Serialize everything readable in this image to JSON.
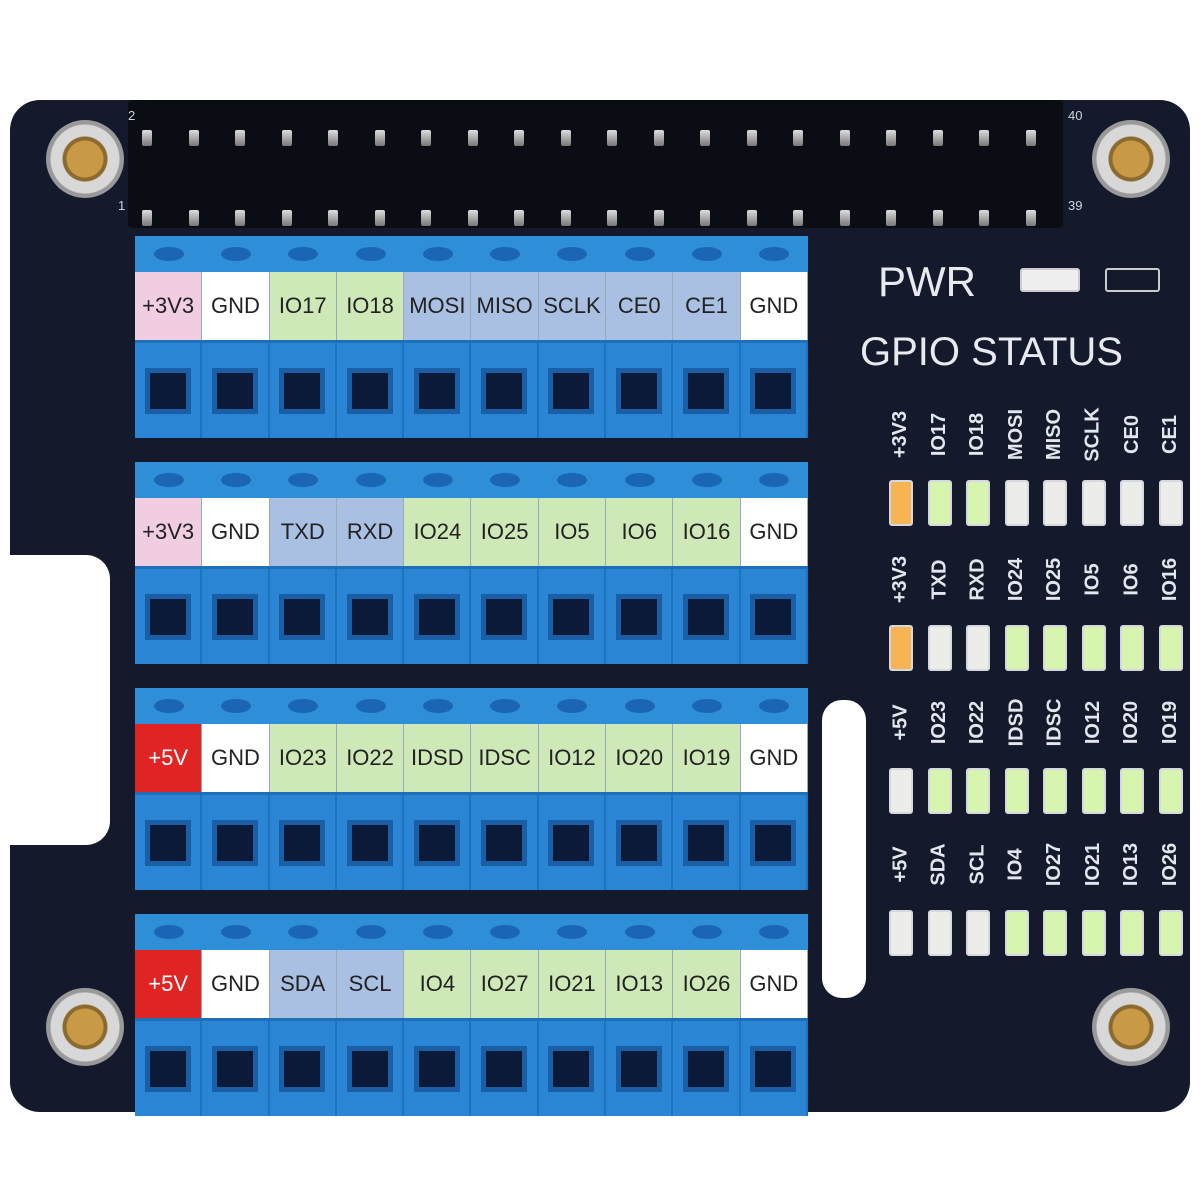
{
  "header": {
    "pin_labels": {
      "top_left": "2",
      "top_right": "40",
      "bottom_left": "1",
      "bottom_right": "39"
    },
    "columns": 20
  },
  "terminal_blocks": [
    {
      "labels": [
        {
          "text": "+3V3",
          "color": "#f0cde0"
        },
        {
          "text": "GND",
          "color": "#ffffff"
        },
        {
          "text": "IO17",
          "color": "#cfe8b8"
        },
        {
          "text": "IO18",
          "color": "#cfe8b8"
        },
        {
          "text": "MOSI",
          "color": "#a9c0e2"
        },
        {
          "text": "MISO",
          "color": "#a9c0e2"
        },
        {
          "text": "SCLK",
          "color": "#a9c0e2"
        },
        {
          "text": "CE0",
          "color": "#a9c0e2"
        },
        {
          "text": "CE1",
          "color": "#a9c0e2"
        },
        {
          "text": "GND",
          "color": "#ffffff"
        }
      ]
    },
    {
      "labels": [
        {
          "text": "+3V3",
          "color": "#f0cde0"
        },
        {
          "text": "GND",
          "color": "#ffffff"
        },
        {
          "text": "TXD",
          "color": "#a9c0e2"
        },
        {
          "text": "RXD",
          "color": "#a9c0e2"
        },
        {
          "text": "IO24",
          "color": "#cfe8b8"
        },
        {
          "text": "IO25",
          "color": "#cfe8b8"
        },
        {
          "text": "IO5",
          "color": "#cfe8b8"
        },
        {
          "text": "IO6",
          "color": "#cfe8b8"
        },
        {
          "text": "IO16",
          "color": "#cfe8b8"
        },
        {
          "text": "GND",
          "color": "#ffffff"
        }
      ]
    },
    {
      "labels": [
        {
          "text": "+5V",
          "color": "#e02424"
        },
        {
          "text": "GND",
          "color": "#ffffff"
        },
        {
          "text": "IO23",
          "color": "#cfe8b8"
        },
        {
          "text": "IO22",
          "color": "#cfe8b8"
        },
        {
          "text": "IDSD",
          "color": "#cfe8b8"
        },
        {
          "text": "IDSC",
          "color": "#cfe8b8"
        },
        {
          "text": "IO12",
          "color": "#cfe8b8"
        },
        {
          "text": "IO20",
          "color": "#cfe8b8"
        },
        {
          "text": "IO19",
          "color": "#cfe8b8"
        },
        {
          "text": "GND",
          "color": "#ffffff"
        }
      ]
    },
    {
      "labels": [
        {
          "text": "+5V",
          "color": "#e02424"
        },
        {
          "text": "GND",
          "color": "#ffffff"
        },
        {
          "text": "SDA",
          "color": "#a9c0e2"
        },
        {
          "text": "SCL",
          "color": "#a9c0e2"
        },
        {
          "text": "IO4",
          "color": "#cfe8b8"
        },
        {
          "text": "IO27",
          "color": "#cfe8b8"
        },
        {
          "text": "IO21",
          "color": "#cfe8b8"
        },
        {
          "text": "IO13",
          "color": "#cfe8b8"
        },
        {
          "text": "IO26",
          "color": "#cfe8b8"
        },
        {
          "text": "GND",
          "color": "#ffffff"
        }
      ]
    }
  ],
  "status_panel": {
    "pwr_label": "PWR",
    "title": "GPIO STATUS",
    "led_colors": {
      "orange": "#f6b552",
      "green": "#d8f5b0",
      "white": "#ecece8"
    },
    "rows": [
      [
        {
          "label": "+3V3",
          "state": "orange"
        },
        {
          "label": "IO17",
          "state": "green"
        },
        {
          "label": "IO18",
          "state": "green"
        },
        {
          "label": "MOSI",
          "state": "white"
        },
        {
          "label": "MISO",
          "state": "white"
        },
        {
          "label": "SCLK",
          "state": "white"
        },
        {
          "label": "CE0",
          "state": "white"
        },
        {
          "label": "CE1",
          "state": "white"
        }
      ],
      [
        {
          "label": "+3V3",
          "state": "orange"
        },
        {
          "label": "TXD",
          "state": "white"
        },
        {
          "label": "RXD",
          "state": "white"
        },
        {
          "label": "IO24",
          "state": "green"
        },
        {
          "label": "IO25",
          "state": "green"
        },
        {
          "label": "IO5",
          "state": "green"
        },
        {
          "label": "IO6",
          "state": "green"
        },
        {
          "label": "IO16",
          "state": "green"
        }
      ],
      [
        {
          "label": "+5V",
          "state": "white"
        },
        {
          "label": "IO23",
          "state": "green"
        },
        {
          "label": "IO22",
          "state": "green"
        },
        {
          "label": "IDSD",
          "state": "green"
        },
        {
          "label": "IDSC",
          "state": "green"
        },
        {
          "label": "IO12",
          "state": "green"
        },
        {
          "label": "IO20",
          "state": "green"
        },
        {
          "label": "IO19",
          "state": "green"
        }
      ],
      [
        {
          "label": "+5V",
          "state": "white"
        },
        {
          "label": "SDA",
          "state": "white"
        },
        {
          "label": "SCL",
          "state": "white"
        },
        {
          "label": "IO4",
          "state": "green"
        },
        {
          "label": "IO27",
          "state": "green"
        },
        {
          "label": "IO21",
          "state": "green"
        },
        {
          "label": "IO13",
          "state": "green"
        },
        {
          "label": "IO26",
          "state": "green"
        }
      ]
    ]
  }
}
